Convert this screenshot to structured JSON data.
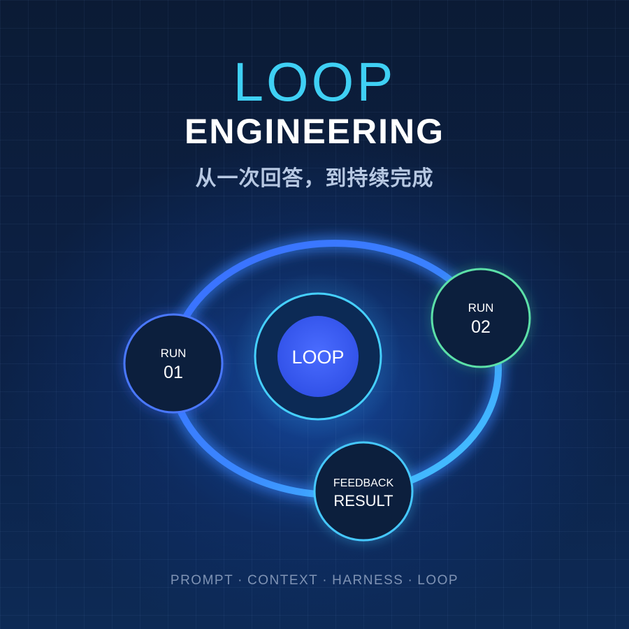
{
  "header": {
    "title": "LOOP",
    "subtitle": "ENGINEERING",
    "tagline": "从一次回答，到持续完成"
  },
  "diagram": {
    "center": {
      "label": "LOOP"
    },
    "nodes": [
      {
        "id": "run-01",
        "line1": "RUN",
        "line2": "01"
      },
      {
        "id": "run-02",
        "line1": "RUN",
        "line2": "02"
      },
      {
        "id": "feedback-result",
        "line1": "FEEDBACK",
        "line2": "RESULT"
      }
    ]
  },
  "footer": {
    "items": [
      "PROMPT",
      "CONTEXT",
      "HARNESS",
      "LOOP"
    ],
    "separator": "·"
  },
  "colors": {
    "accent_cyan": "#3fd0f4",
    "ring_blue": "#3a78ff",
    "ring_cyan": "#44c8ff",
    "node_green": "#5ce0a8",
    "node_fill": "#0c1f3d",
    "core_blue": "#3a5cf5"
  }
}
